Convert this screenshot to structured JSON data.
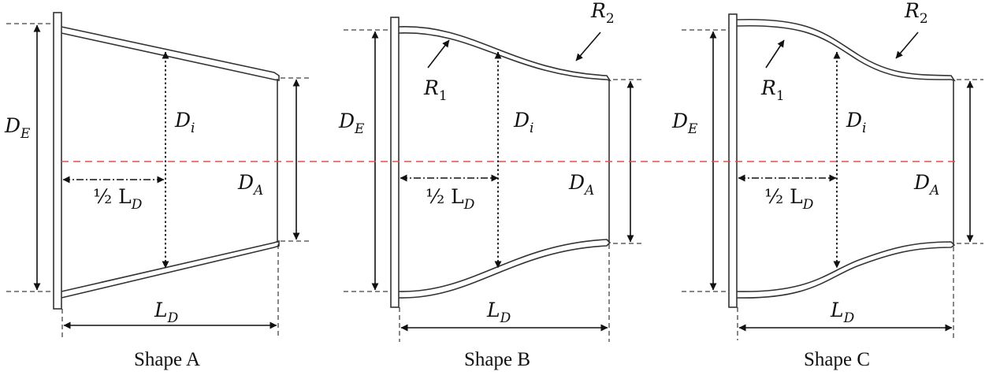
{
  "colors": {
    "centerline": "#e2504a",
    "ink": "#111111",
    "wall": "#333333"
  },
  "shapes": [
    {
      "id": "a",
      "caption": "Shape A",
      "labels": {
        "DE": "D",
        "DE_sub": "E",
        "Di": "D",
        "Di_sub": "i",
        "DA": "D",
        "DA_sub": "A",
        "LD": "L",
        "LD_sub": "D",
        "half": "½ L",
        "half_sub": "D"
      }
    },
    {
      "id": "b",
      "caption": "Shape B",
      "labels": {
        "DE": "D",
        "DE_sub": "E",
        "Di": "D",
        "Di_sub": "i",
        "DA": "D",
        "DA_sub": "A",
        "LD": "L",
        "LD_sub": "D",
        "half": "½ L",
        "half_sub": "D",
        "R1": "R",
        "R1_sub": "1",
        "R2": "R",
        "R2_sub": "2"
      }
    },
    {
      "id": "c",
      "caption": "Shape C",
      "labels": {
        "DE": "D",
        "DE_sub": "E",
        "Di": "D",
        "Di_sub": "i",
        "DA": "D",
        "DA_sub": "A",
        "LD": "L",
        "LD_sub": "D",
        "half": "½ L",
        "half_sub": "D",
        "R1": "R",
        "R1_sub": "1",
        "R2": "R",
        "R2_sub": "2"
      }
    }
  ]
}
